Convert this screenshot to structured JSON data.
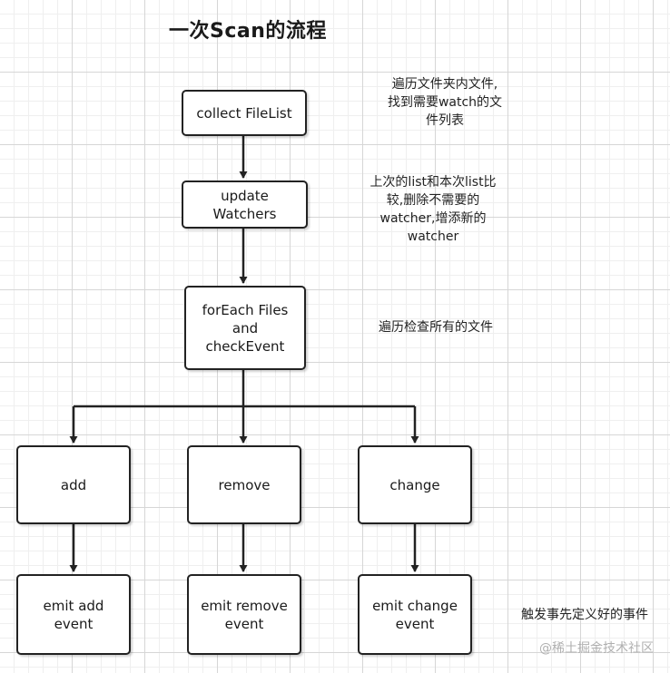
{
  "title": "一次Scan的流程",
  "nodes": {
    "collect": "collect FileList",
    "update": "update\nWatchers",
    "foreach": "forEach Files\nand\ncheckEvent",
    "add": "add",
    "remove": "remove",
    "change": "change",
    "emit_add": "emit add\nevent",
    "emit_remove": "emit remove\nevent",
    "emit_change": "emit change\nevent"
  },
  "notes": {
    "collect": "遍历文件夹内文件,\n找到需要watch的文\n件列表",
    "update": "上次的list和本次list比\n较,删除不需要的\nwatcher,增添新的\nwatcher",
    "foreach": "遍历检查所有的文件",
    "emit": "触发事先定义好的事件"
  },
  "watermark": "@稀土掘金技术社区",
  "colors": {
    "stroke": "#222222",
    "grid": "#d6d6d6",
    "watermark": "#b0b0b0"
  }
}
